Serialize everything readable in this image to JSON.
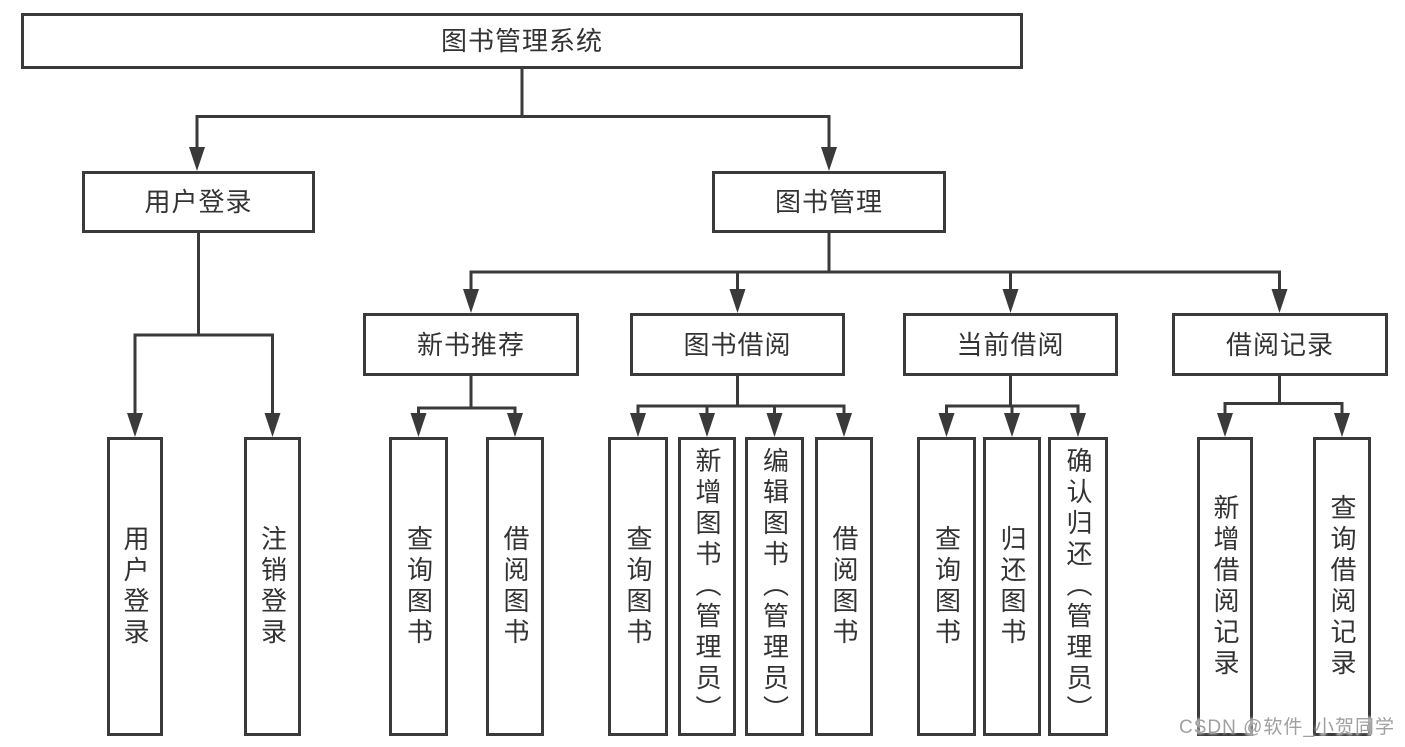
{
  "colors": {
    "line": "#3a3a3a",
    "text": "#333333",
    "background": "#ffffff",
    "watermark": "#a0a0a0"
  },
  "watermark": {
    "text": "CSDN @软件_小贺同学"
  },
  "tree": {
    "label": "图书管理系统",
    "children": [
      {
        "label": "用户登录",
        "children": [
          {
            "label": "用户登录"
          },
          {
            "label": "注销登录"
          }
        ]
      },
      {
        "label": "图书管理",
        "children": [
          {
            "label": "新书推荐",
            "children": [
              {
                "label": "查询图书"
              },
              {
                "label": "借阅图书"
              }
            ]
          },
          {
            "label": "图书借阅",
            "children": [
              {
                "label": "查询图书"
              },
              {
                "label": "新增图书（管理员）"
              },
              {
                "label": "编辑图书（管理员）"
              },
              {
                "label": "借阅图书"
              }
            ]
          },
          {
            "label": "当前借阅",
            "children": [
              {
                "label": "查询图书"
              },
              {
                "label": "归还图书"
              },
              {
                "label": "确认归还（管理员）"
              }
            ]
          },
          {
            "label": "借阅记录",
            "children": [
              {
                "label": "新增借阅记录"
              },
              {
                "label": "查询借阅记录"
              }
            ]
          }
        ]
      }
    ]
  }
}
